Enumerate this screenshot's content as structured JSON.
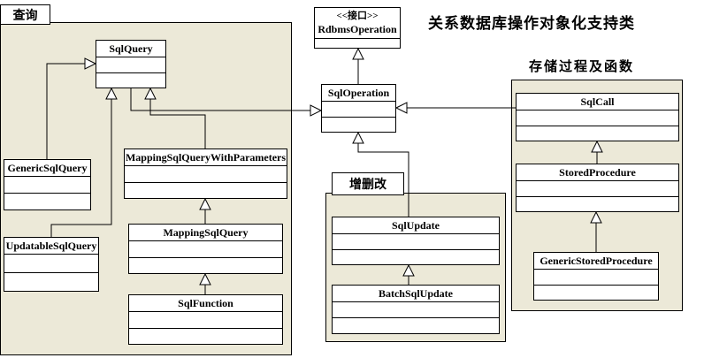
{
  "title": "关系数据库操作对象化支持类",
  "groups": {
    "query": {
      "label": "查询"
    },
    "update": {
      "label": "增删改"
    },
    "stored": {
      "label": "存储过程及函数"
    }
  },
  "classes": {
    "rdbms_operation": {
      "stereotype": "<<接口>>",
      "name": "RdbmsOperation"
    },
    "sql_operation": {
      "name": "SqlOperation"
    },
    "sql_query": {
      "name": "SqlQuery"
    },
    "generic_sql_query": {
      "name": "GenericSqlQuery"
    },
    "mapping_sql_query_with_parameters": {
      "name": "MappingSqlQueryWithParameters"
    },
    "updatable_sql_query": {
      "name": "UpdatableSqlQuery"
    },
    "mapping_sql_query": {
      "name": "MappingSqlQuery"
    },
    "sql_function": {
      "name": "SqlFunction"
    },
    "sql_update": {
      "name": "SqlUpdate"
    },
    "batch_sql_update": {
      "name": "BatchSqlUpdate"
    },
    "sql_call": {
      "name": "SqlCall"
    },
    "stored_procedure": {
      "name": "StoredProcedure"
    },
    "generic_stored_procedure": {
      "name": "GenericStoredProcedure"
    }
  },
  "relationships": [
    {
      "child": "SqlOperation",
      "parent": "RdbmsOperation",
      "type": "generalization"
    },
    {
      "child": "SqlQuery",
      "parent": "SqlOperation",
      "type": "generalization"
    },
    {
      "child": "SqlUpdate",
      "parent": "SqlOperation",
      "type": "generalization"
    },
    {
      "child": "SqlCall",
      "parent": "SqlOperation",
      "type": "generalization"
    },
    {
      "child": "GenericSqlQuery",
      "parent": "SqlQuery",
      "type": "generalization"
    },
    {
      "child": "UpdatableSqlQuery",
      "parent": "SqlQuery",
      "type": "generalization"
    },
    {
      "child": "MappingSqlQueryWithParameters",
      "parent": "SqlQuery",
      "type": "generalization"
    },
    {
      "child": "MappingSqlQuery",
      "parent": "MappingSqlQueryWithParameters",
      "type": "generalization"
    },
    {
      "child": "SqlFunction",
      "parent": "MappingSqlQuery",
      "type": "generalization"
    },
    {
      "child": "BatchSqlUpdate",
      "parent": "SqlUpdate",
      "type": "generalization"
    },
    {
      "child": "StoredProcedure",
      "parent": "SqlCall",
      "type": "generalization"
    },
    {
      "child": "GenericStoredProcedure",
      "parent": "StoredProcedure",
      "type": "generalization"
    }
  ],
  "colors": {
    "region_background": "#ece9d8",
    "box_background": "#ffffff",
    "border": "#000000",
    "text": "#000000"
  }
}
